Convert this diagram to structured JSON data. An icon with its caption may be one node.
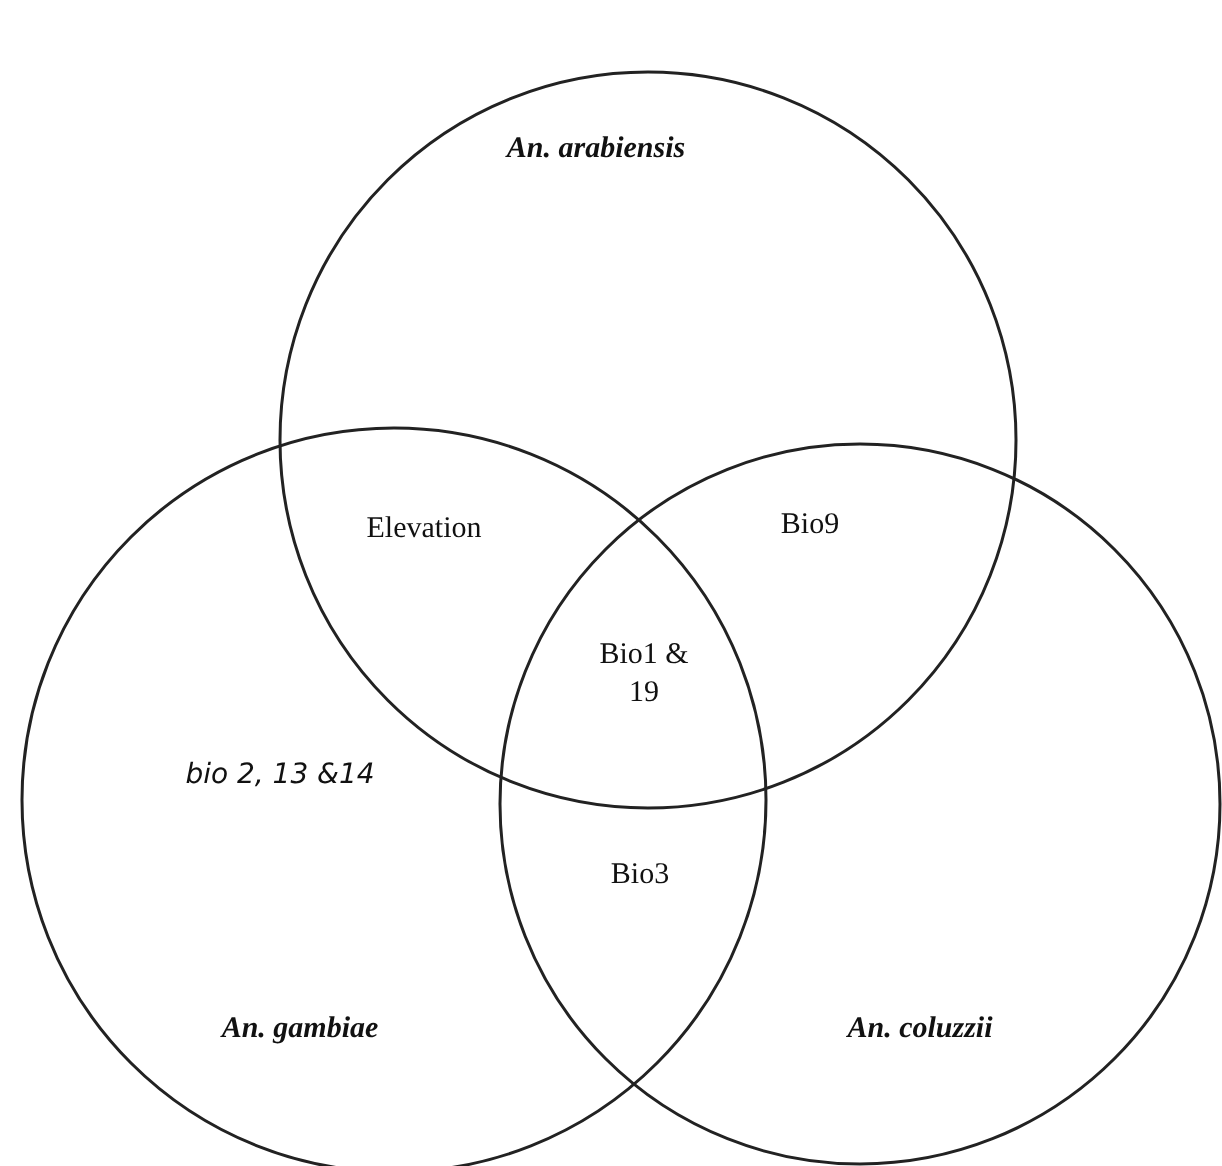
{
  "diagram": {
    "nodes": [
      {
        "text": [
          "An. arabiensis"
        ]
      },
      {
        "text": [
          "An. gambiae"
        ]
      },
      {
        "text": [
          "An. coluzzii"
        ]
      }
    ],
    "edges": [],
    "labels": [
      "Elevation",
      "Bio9",
      "Bio1 & 19",
      "bio 2, 13 &14",
      "Bio3"
    ]
  }
}
